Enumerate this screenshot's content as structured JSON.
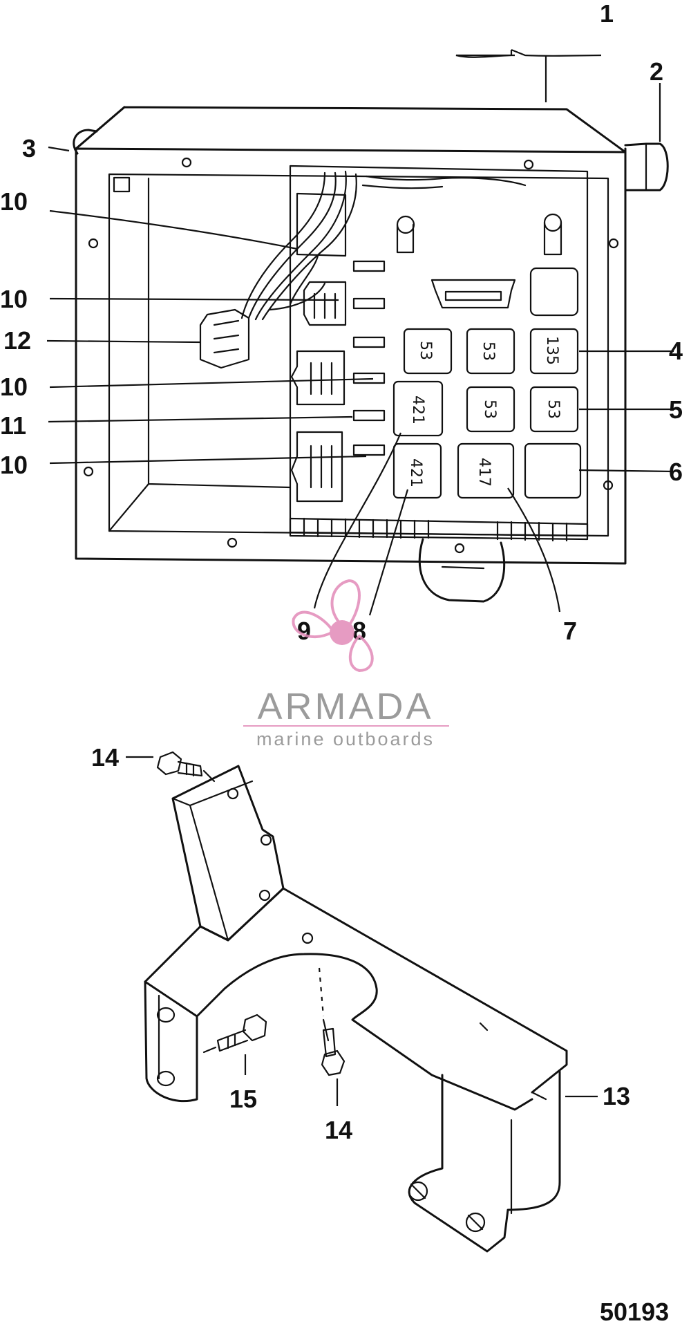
{
  "callouts": {
    "c1": "1",
    "c2": "2",
    "c3": "3",
    "c4": "4",
    "c5": "5",
    "c6": "6",
    "c7": "7",
    "c8": "8",
    "c9": "9",
    "c10a": "10",
    "c10b": "10",
    "c10c": "10",
    "c10d": "10",
    "c11": "11",
    "c12": "12",
    "c13": "13",
    "c14a": "14",
    "c14b": "14",
    "c15": "15"
  },
  "relays": {
    "r1": "53",
    "r2": "53",
    "r3": "135",
    "r4": "421",
    "r5": "53",
    "r6": "53",
    "r7": "421",
    "r8": "417"
  },
  "watermark": {
    "title": "ARMADA",
    "subtitle": "marine outboards",
    "color_text": "#8a8a8a",
    "color_accent": "#e28ab8"
  },
  "doc_number": "50193"
}
